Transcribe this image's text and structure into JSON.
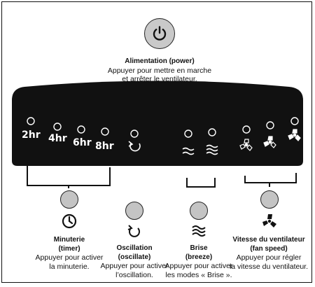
{
  "power": {
    "title": "Alimentation (power)",
    "line1": "Appuyer pour mettre en marche",
    "line2": "et arrêter le ventilateur."
  },
  "panel": {
    "timer_labels": [
      "2hr",
      "4hr",
      "6hr",
      "8hr"
    ]
  },
  "controls": {
    "timer": {
      "title": "Minuterie",
      "subtitle": "(timer)",
      "line1": "Appuyer pour activer",
      "line2": "la minuterie."
    },
    "oscillate": {
      "title": "Oscillation",
      "subtitle": "(oscillate)",
      "line1": "Appuyer pour activer",
      "line2": "l’oscillation."
    },
    "breeze": {
      "title": "Brise",
      "subtitle": "(breeze)",
      "line1": "Appuyer pour activer",
      "line2": "les modes « Brise »."
    },
    "fan_speed": {
      "title": "Vitesse du ventilateur",
      "subtitle": "(fan speed)",
      "line1": "Appuyer pour régler",
      "line2": "la vitesse du ventilateur."
    }
  },
  "icons": {
    "power": "power-icon",
    "timer": "clock-icon",
    "oscillate": "oscillate-icon",
    "breeze": "breeze-icon",
    "fan_low": "fan-low-icon",
    "fan_medium": "fan-medium-icon",
    "fan_high": "fan-high-icon",
    "indicator": "indicator-light-icon"
  },
  "colors": {
    "panel": "#111111",
    "button": "#c6c6c6",
    "text": "#111111",
    "panel_text": "#ffffff"
  }
}
